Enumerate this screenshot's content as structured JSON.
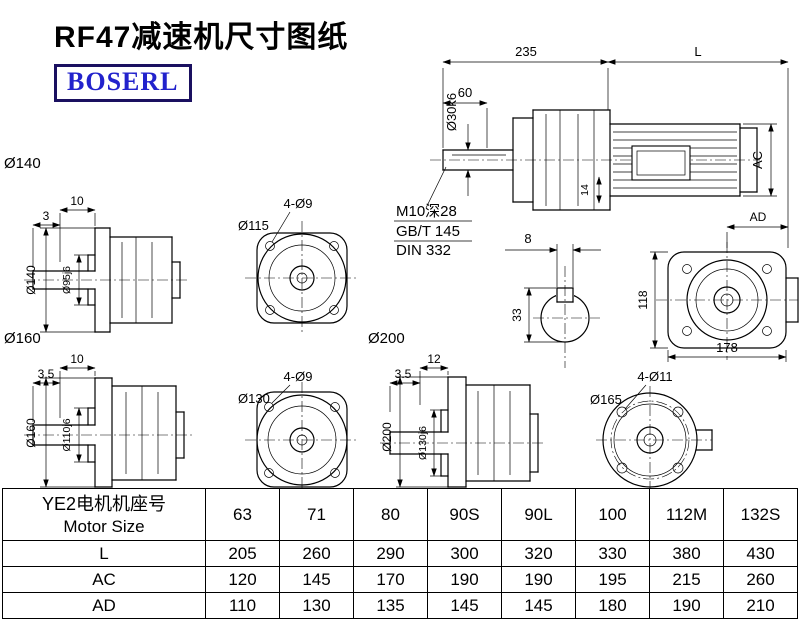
{
  "page": {
    "title": "RF47减速机尺寸图纸",
    "logo_text": "BOSERL",
    "colors": {
      "logo_text": "#2222cc",
      "logo_border": "#1a1060",
      "line": "#000000",
      "background": "#ffffff"
    }
  },
  "drawing": {
    "main_view": {
      "dim_width": "235",
      "dim_length": "L",
      "dim_60": "60",
      "shaft_dia": "Ø30k6",
      "dim_14": "14",
      "dim_ac": "AC",
      "dim_ad": "AD",
      "note_line1": "M10深28",
      "note_line2": "GB/T 145",
      "note_line3": "DIN 332",
      "key_width": "8",
      "key_height": "33"
    },
    "rear_view": {
      "dim_height": "118",
      "dim_width": "178"
    },
    "flange_140": {
      "label": "Ø140",
      "dim_10": "10",
      "dim_3": "3",
      "dia": "Ø140",
      "spigot_dia": "Ø95j6"
    },
    "face_115": {
      "holes": "4-Ø9",
      "dia": "Ø115"
    },
    "flange_160": {
      "label": "Ø160",
      "dim_10": "10",
      "dim_3_5": "3.5",
      "dia": "Ø160",
      "spigot_dia": "Ø110j6"
    },
    "face_130": {
      "holes": "4-Ø9",
      "dia": "Ø130"
    },
    "flange_200": {
      "label": "Ø200",
      "dim_12": "12",
      "dim_3_5": "3.5",
      "dia": "Ø200",
      "spigot_dia": "Ø130j6"
    },
    "face_165": {
      "holes": "4-Ø11",
      "dia": "Ø165"
    }
  },
  "table": {
    "header_cn": "YE2电机机座号",
    "header_en": "Motor Size",
    "sizes": [
      "63",
      "71",
      "80",
      "90S",
      "90L",
      "100",
      "112M",
      "132S"
    ],
    "rows": [
      {
        "label": "L",
        "values": [
          "205",
          "260",
          "290",
          "300",
          "320",
          "330",
          "380",
          "430"
        ]
      },
      {
        "label": "AC",
        "values": [
          "120",
          "145",
          "170",
          "190",
          "190",
          "195",
          "215",
          "260"
        ]
      },
      {
        "label": "AD",
        "values": [
          "110",
          "130",
          "135",
          "145",
          "145",
          "180",
          "190",
          "210"
        ]
      }
    ]
  }
}
